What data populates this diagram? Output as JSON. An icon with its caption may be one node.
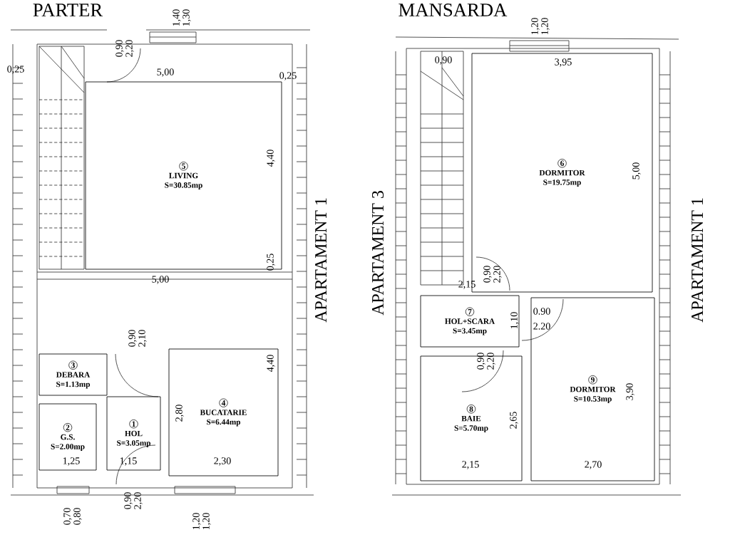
{
  "diagram": {
    "nodes": [
      {
        "text": [
          "5",
          "LIVING",
          "S=30.85mp"
        ]
      },
      {
        "text": [
          "3",
          "DEBARA",
          "S=1.13mp"
        ]
      },
      {
        "text": [
          "4",
          "BUCATARIE",
          "S=6.44mp"
        ]
      },
      {
        "text": [
          "1",
          "HOL",
          "S=3.05mp"
        ]
      },
      {
        "text": [
          "2",
          "G.S.",
          "S=2.00mp"
        ]
      },
      {
        "text": [
          "6",
          "DORMITOR",
          "S=19.75mp"
        ]
      },
      {
        "text": [
          "7",
          "HOL+SCARA",
          "S=3.45mp"
        ]
      },
      {
        "text": [
          "8",
          "BAIE",
          "S=5.70mp"
        ]
      },
      {
        "text": [
          "9",
          "DORMITOR",
          "S=10.53mp"
        ]
      }
    ],
    "edges": [],
    "labels": [
      "PARTER",
      "MANSARDA",
      "APARTAMENT 1",
      "APARTAMENT 3",
      "APARTAMENT 1",
      "0,90",
      "2,20",
      "1,40",
      "1,30",
      "0,25",
      "5,00",
      "0,25",
      "4,40",
      "0,25",
      "5,00",
      "0,90",
      "2,10",
      "4,40",
      "2,80",
      "1,25",
      "1,15",
      "2,30",
      "0,90",
      "2,20",
      "0,70",
      "0,80",
      "1,20",
      "1,20",
      "1,20",
      "1,20",
      "0,90",
      "3,95",
      "5,00",
      "0,90",
      "2,20",
      "2,15",
      "1,10",
      "0.90",
      "2.20",
      "0,90",
      "2,20",
      "2,65",
      "3,90",
      "2,15",
      "2,70"
    ]
  }
}
